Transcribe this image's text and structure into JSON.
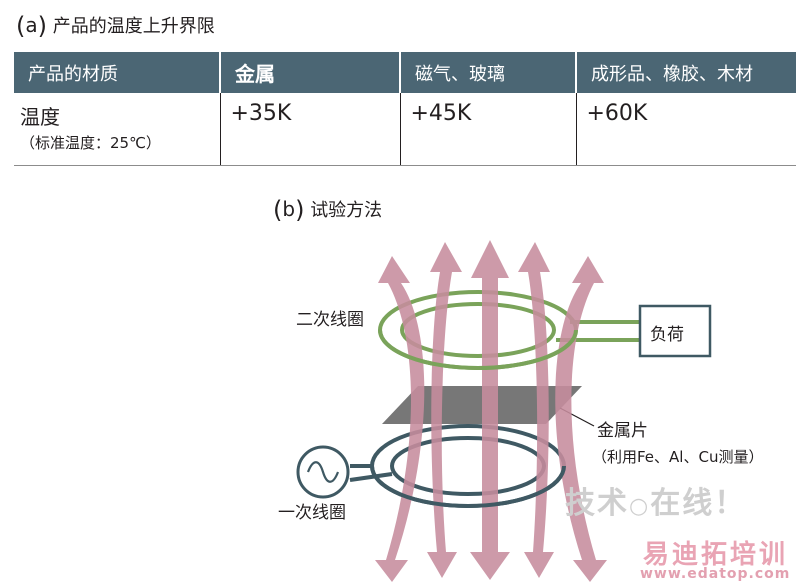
{
  "section_a": {
    "letter": "a",
    "title": "产品的温度上升界限"
  },
  "table": {
    "headers": [
      "产品的材质",
      "金属",
      "磁气、玻璃",
      "成形品、橡胶、木材"
    ],
    "row_label": "温度",
    "row_note": "（标准温度：25℃）",
    "values": [
      "+35K",
      "+45K",
      "+60K"
    ]
  },
  "section_b": {
    "letter": "b",
    "title": "试验方法"
  },
  "diagram": {
    "secondary_coil": "二次线圈",
    "load": "负荷",
    "metal_plate": "金属片",
    "metal_plate_note": "（利用Fe、Al、Cu测量）",
    "primary_coil": "一次线圈",
    "colors": {
      "flux_arrow": "#c78d9e",
      "secondary_coil": "#7aa35a",
      "primary_coil": "#3f5963",
      "plate": "#777777",
      "header_bg": "#4b6674"
    }
  },
  "watermark": {
    "line1": "技术",
    "line1_b": "在线！",
    "line2": "易迪拓培训",
    "line3": "www.edatop.com"
  }
}
